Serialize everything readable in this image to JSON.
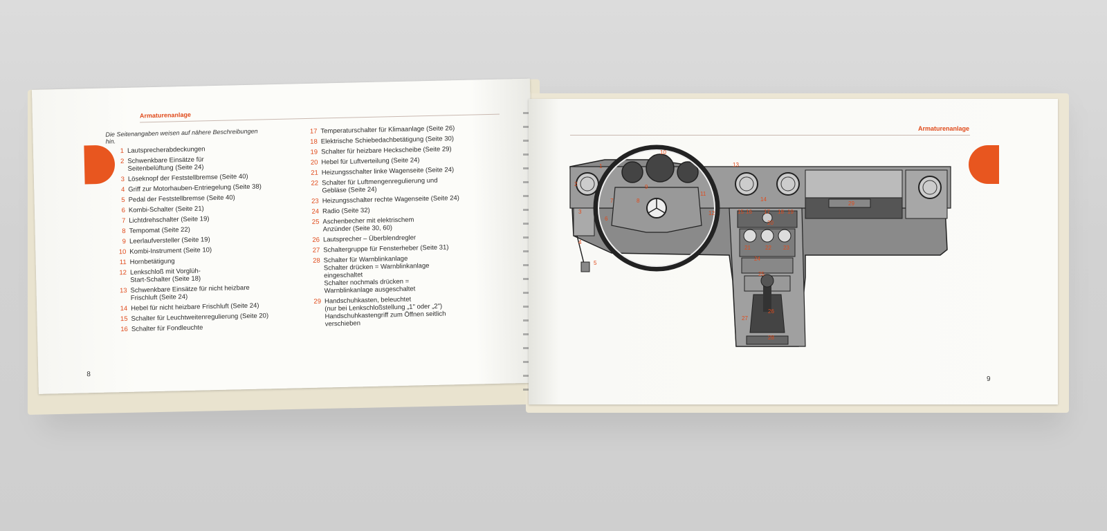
{
  "left_page": {
    "section_title": "Armaturenanlage",
    "intro": "Die Seitenangaben weisen auf nähere Beschreibungen hin.",
    "items_col1": [
      {
        "num": "1",
        "text": "Lautsprecherabdeckungen"
      },
      {
        "num": "2",
        "text": "Schwenkbare Einsätze für\nSeitenbelüftung (Seite 24)"
      },
      {
        "num": "3",
        "text": "Löseknopf der Feststellbremse (Seite 40)"
      },
      {
        "num": "4",
        "text": "Griff zur Motorhauben-Entriegelung (Seite 38)"
      },
      {
        "num": "5",
        "text": "Pedal der Feststellbremse (Seite 40)"
      },
      {
        "num": "6",
        "text": "Kombi-Schalter (Seite 21)"
      },
      {
        "num": "7",
        "text": "Lichtdrehschalter (Seite 19)"
      },
      {
        "num": "8",
        "text": "Tempomat (Seite 22)"
      },
      {
        "num": "9",
        "text": "Leerlaufversteller (Seite 19)"
      },
      {
        "num": "10",
        "text": "Kombi-Instrument (Seite 10)"
      },
      {
        "num": "11",
        "text": "Hornbetätigung"
      },
      {
        "num": "12",
        "text": "Lenkschloß mit Vorglüh-\nStart-Schalter (Seite 18)"
      },
      {
        "num": "13",
        "text": "Schwenkbare Einsätze für nicht heizbare\nFrischluft (Seite 24)"
      },
      {
        "num": "14",
        "text": "Hebel für nicht heizbare Frischluft (Seite 24)"
      },
      {
        "num": "15",
        "text": "Schalter für Leuchtweitenregulierung (Seite 20)"
      },
      {
        "num": "16",
        "text": "Schalter für Fondleuchte"
      }
    ],
    "items_col2": [
      {
        "num": "17",
        "text": "Temperaturschalter für Klimaanlage (Seite 26)"
      },
      {
        "num": "18",
        "text": "Elektrische Schiebedachbetätigung (Seite 30)"
      },
      {
        "num": "19",
        "text": "Schalter für heizbare Heckscheibe (Seite 29)"
      },
      {
        "num": "20",
        "text": "Hebel für Luftverteilung (Seite 24)"
      },
      {
        "num": "21",
        "text": "Heizungsschalter linke Wagenseite (Seite 24)"
      },
      {
        "num": "22",
        "text": "Schalter für Luftmengenregulierung und\nGebläse (Seite 24)"
      },
      {
        "num": "23",
        "text": "Heizungsschalter rechte Wagenseite (Seite 24)"
      },
      {
        "num": "24",
        "text": "Radio (Seite 32)"
      },
      {
        "num": "25",
        "text": "Aschenbecher mit elektrischem\nAnzünder (Seite 30, 60)"
      },
      {
        "num": "26",
        "text": "Lautsprecher – Überblendregler"
      },
      {
        "num": "27",
        "text": "Schaltergruppe für Fensterheber (Seite 31)"
      },
      {
        "num": "28",
        "text": "Schalter für Warnblinkanlage\nSchalter drücken = Warnblinkanlage\neingeschaltet\nSchalter nochmals drücken =\nWarnblinkanlage ausgeschaltet"
      },
      {
        "num": "29",
        "text": "Handschuhkasten, beleuchtet\n(nur bei Lenkschloßstellung „1\" oder „2\")\nHandschuhkastengriff zum Öffnen seitlich\nverschieben"
      }
    ],
    "page_number": "8"
  },
  "right_page": {
    "section_title": "Armaturenanlage",
    "page_number": "9",
    "callouts": [
      "1",
      "2",
      "3",
      "4",
      "5",
      "6",
      "7",
      "8",
      "9",
      "10",
      "11",
      "12",
      "13",
      "14",
      "15",
      "16",
      "17",
      "18",
      "19",
      "20",
      "21",
      "22",
      "23",
      "24",
      "25",
      "26",
      "27",
      "28",
      "29"
    ]
  },
  "colors": {
    "accent": "#e04b1c",
    "tab": "#e8561f",
    "paper": "#fbfbf8",
    "background": "#d4d4d4"
  }
}
